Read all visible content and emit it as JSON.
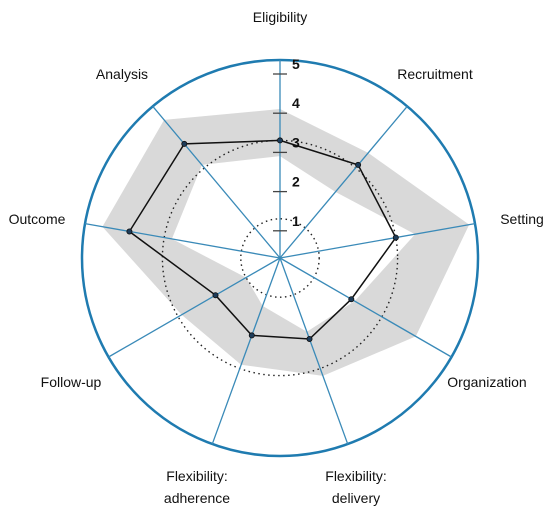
{
  "chart_data": {
    "type": "radar",
    "title": "",
    "scale": {
      "min": 0,
      "max": 5,
      "ticks": [
        "1",
        "2",
        "3",
        "4",
        "5"
      ]
    },
    "axes": [
      {
        "label_lines": [
          "Eligibility"
        ]
      },
      {
        "label_lines": [
          "Recruitment"
        ]
      },
      {
        "label_lines": [
          "Setting"
        ]
      },
      {
        "label_lines": [
          "Organization"
        ]
      },
      {
        "label_lines": [
          "Flexibility:",
          "delivery"
        ]
      },
      {
        "label_lines": [
          "Flexibility:",
          "adherence"
        ]
      },
      {
        "label_lines": [
          "Follow-up"
        ]
      },
      {
        "label_lines": [
          "Outcome"
        ]
      },
      {
        "label_lines": [
          "Analysis"
        ]
      }
    ],
    "series": [
      {
        "values": [
          3.0,
          3.1,
          3.0,
          2.1,
          2.2,
          2.1,
          1.9,
          3.9,
          3.8
        ]
      }
    ],
    "range_band": {
      "low": [
        3.4,
        3.1,
        4.5,
        2.6,
        2.4,
        1.7,
        1.4,
        4.2,
        4.2
      ],
      "high": [
        3.0,
        2.6,
        3.9,
        3.6,
        2.8,
        2.5,
        2.5,
        3.2,
        3.5
      ]
    },
    "dotted_rings": [
      1,
      3
    ],
    "colors": {
      "axis": "#3a8ab8",
      "outer_circle": "#1f7bb0",
      "series": "#111111",
      "band": "#d9d9d9",
      "dotted": "#222222",
      "ticks": "#444444"
    }
  }
}
